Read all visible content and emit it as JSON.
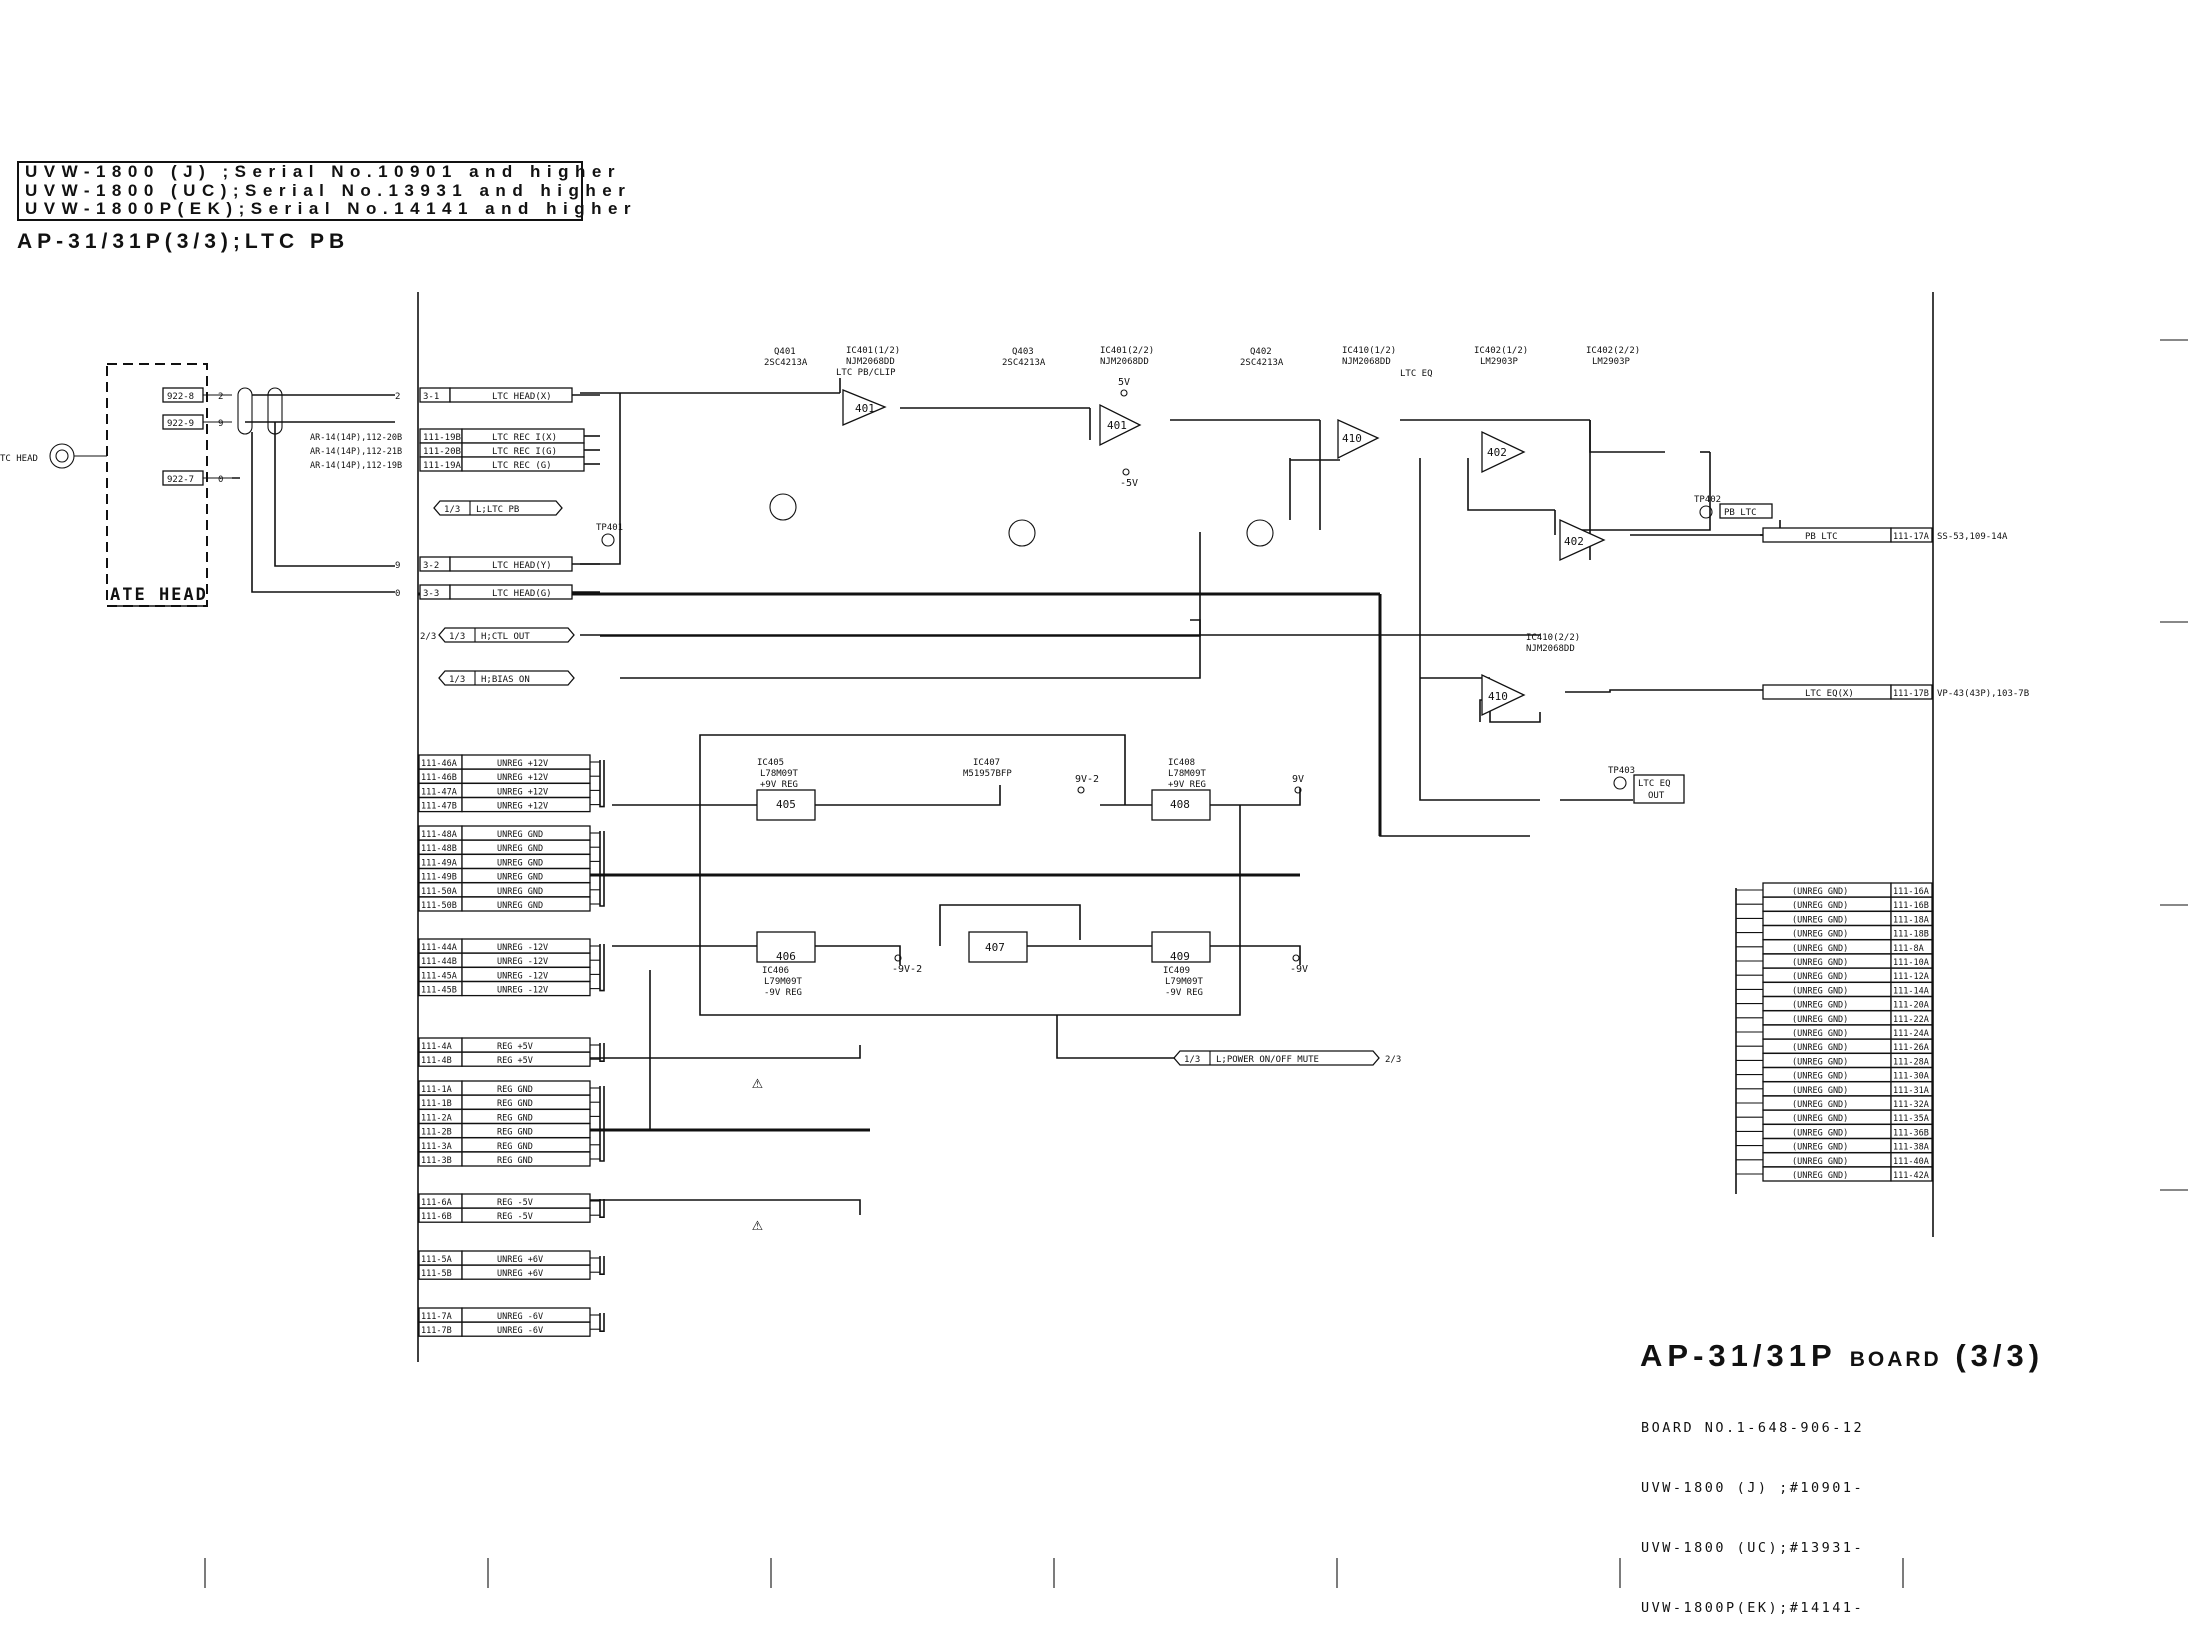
{
  "header": {
    "serial_lines": [
      "UVW-1800 (J) ;Serial No.10901 and higher",
      "UVW-1800 (UC);Serial No.13931 and higher",
      "UVW-1800P(EK);Serial No.14141 and higher"
    ],
    "subtitle": "AP-31/31P(3/3);LTC PB"
  },
  "footer": {
    "board_title": "AP-31/31P",
    "board_title_suffix": "BOARD",
    "board_title_part": "(3/3)",
    "board_info": [
      "BOARD NO.1-648-906-12",
      "UVW-1800 (J) ;#10901-",
      "UVW-1800 (UC);#13931-",
      "UVW-1800P(EK);#14141-"
    ]
  },
  "head": {
    "label": "ATE HEAD",
    "coil_label": "TC HEAD",
    "pins": [
      "922-8",
      "922-9",
      "922-7"
    ],
    "pin_nums": [
      "2",
      "9",
      "0"
    ]
  },
  "inputs": [
    {
      "pin": "3-1",
      "label": "LTC HEAD(X)",
      "num": "2"
    },
    {
      "pin": "111-19B",
      "label": "LTC REC I(X)",
      "src": "AR-14(14P),112-20B"
    },
    {
      "pin": "111-20B",
      "label": "LTC REC I(G)",
      "src": "AR-14(14P),112-21B"
    },
    {
      "pin": "111-19A",
      "label": "LTC REC (G)",
      "src": "AR-14(14P),112-19B"
    },
    {
      "pin": "3-2",
      "label": "LTC HEAD(Y)",
      "num": "9"
    },
    {
      "pin": "3-3",
      "label": "LTC HEAD(G)",
      "num": "0"
    }
  ],
  "flags": [
    {
      "ref": "1/3",
      "label": "L;LTC PB"
    },
    {
      "ref": "1/3",
      "label": "H;CTL OUT",
      "pre": "2/3"
    },
    {
      "ref": "1/3",
      "label": "H;BIAS ON"
    },
    {
      "ref": "1/3",
      "label": "L;POWER ON/OFF MUTE",
      "post": "2/3"
    }
  ],
  "connectors_left": [
    {
      "pin": "111-46A",
      "label": "UNREG +12V"
    },
    {
      "pin": "111-46B",
      "label": "UNREG +12V"
    },
    {
      "pin": "111-47A",
      "label": "UNREG +12V"
    },
    {
      "pin": "111-47B",
      "label": "UNREG +12V"
    },
    {
      "pin": "111-48A",
      "label": "UNREG GND"
    },
    {
      "pin": "111-48B",
      "label": "UNREG GND"
    },
    {
      "pin": "111-49A",
      "label": "UNREG GND"
    },
    {
      "pin": "111-49B",
      "label": "UNREG GND"
    },
    {
      "pin": "111-50A",
      "label": "UNREG GND"
    },
    {
      "pin": "111-50B",
      "label": "UNREG GND"
    },
    {
      "pin": "111-44A",
      "label": "UNREG -12V"
    },
    {
      "pin": "111-44B",
      "label": "UNREG -12V"
    },
    {
      "pin": "111-45A",
      "label": "UNREG -12V"
    },
    {
      "pin": "111-45B",
      "label": "UNREG -12V"
    },
    {
      "pin": "111-4A",
      "label": "REG +5V"
    },
    {
      "pin": "111-4B",
      "label": "REG +5V"
    },
    {
      "pin": "111-1A",
      "label": "REG GND"
    },
    {
      "pin": "111-1B",
      "label": "REG GND"
    },
    {
      "pin": "111-2A",
      "label": "REG GND"
    },
    {
      "pin": "111-2B",
      "label": "REG GND"
    },
    {
      "pin": "111-3A",
      "label": "REG GND"
    },
    {
      "pin": "111-3B",
      "label": "REG GND"
    },
    {
      "pin": "111-6A",
      "label": "REG -5V"
    },
    {
      "pin": "111-6B",
      "label": "REG -5V"
    },
    {
      "pin": "111-5A",
      "label": "UNREG +6V"
    },
    {
      "pin": "111-5B",
      "label": "UNREG +6V"
    },
    {
      "pin": "111-7A",
      "label": "UNREG -6V"
    },
    {
      "pin": "111-7B",
      "label": "UNREG -6V"
    }
  ],
  "connectors_right": [
    {
      "pin": "111-16A",
      "label": "(UNREG GND)"
    },
    {
      "pin": "111-16B",
      "label": "(UNREG GND)"
    },
    {
      "pin": "111-18A",
      "label": "(UNREG GND)"
    },
    {
      "pin": "111-18B",
      "label": "(UNREG GND)"
    },
    {
      "pin": "111-8A",
      "label": "(UNREG GND)"
    },
    {
      "pin": "111-10A",
      "label": "(UNREG GND)"
    },
    {
      "pin": "111-12A",
      "label": "(UNREG GND)"
    },
    {
      "pin": "111-14A",
      "label": "(UNREG GND)"
    },
    {
      "pin": "111-20A",
      "label": "(UNREG GND)"
    },
    {
      "pin": "111-22A",
      "label": "(UNREG GND)"
    },
    {
      "pin": "111-24A",
      "label": "(UNREG GND)"
    },
    {
      "pin": "111-26A",
      "label": "(UNREG GND)"
    },
    {
      "pin": "111-28A",
      "label": "(UNREG GND)"
    },
    {
      "pin": "111-30A",
      "label": "(UNREG GND)"
    },
    {
      "pin": "111-31A",
      "label": "(UNREG GND)"
    },
    {
      "pin": "111-32A",
      "label": "(UNREG GND)"
    },
    {
      "pin": "111-35A",
      "label": "(UNREG GND)"
    },
    {
      "pin": "111-36B",
      "label": "(UNREG GND)"
    },
    {
      "pin": "111-38A",
      "label": "(UNREG GND)"
    },
    {
      "pin": "111-40A",
      "label": "(UNREG GND)"
    },
    {
      "pin": "111-42A",
      "label": "(UNREG GND)"
    }
  ],
  "outputs": [
    {
      "label": "PB LTC",
      "pin": "111-17A",
      "dest": "SS-53,109-14A"
    },
    {
      "label": "LTC EQ(X)",
      "pin": "111-17B",
      "dest": "VP-43(43P),103-7B"
    }
  ],
  "test_points": [
    {
      "name": "TP401"
    },
    {
      "name": "TP402",
      "label": "PB LTC"
    },
    {
      "name": "TP403",
      "label": "LTC EQ OUT"
    }
  ],
  "ic_labels": [
    "IC401(1/2)",
    "NJM2068DD",
    "LTC PB/CLIP",
    "IC401(2/2)",
    "NJM2068DD",
    "IC410(1/2)",
    "NJM2068DD",
    "LTC EQ",
    "IC402(1/2)",
    "LM2903P",
    "IC402(2/2)",
    "LM2903P",
    "IC410(2/2)",
    "NJM2068DD",
    "IC405",
    "L78M09T",
    "+9V REG",
    "IC407",
    "M51957BFP",
    "IC408",
    "L78M09T",
    "+9V REG",
    "IC406",
    "L79M09T",
    "-9V REG",
    "IC409",
    "L79M09T",
    "-9V REG"
  ],
  "transistors": [
    {
      "name": "Q401",
      "part": "2SC4213A"
    },
    {
      "name": "Q403",
      "part": "2SC4213A"
    },
    {
      "name": "Q402",
      "part": "2SC4213A"
    }
  ],
  "rails": [
    "5V",
    "-5V",
    "9V",
    "9V-2",
    "-9V",
    "-9V-2"
  ],
  "warning_symbol": "⚠"
}
